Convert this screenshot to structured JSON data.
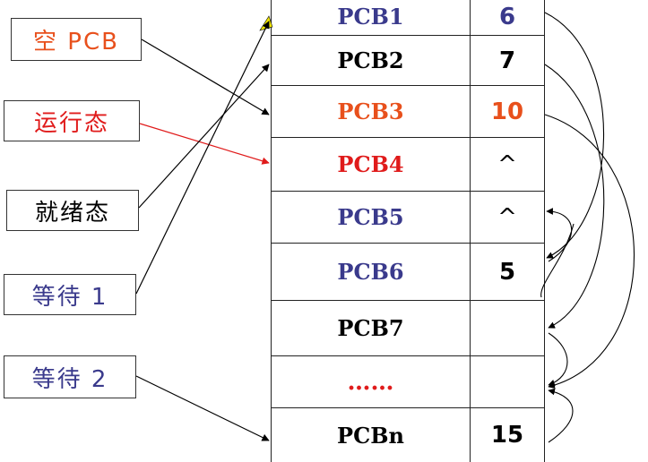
{
  "labels": {
    "empty_pcb": "空 PCB",
    "running": "运行态",
    "ready": "就绪态",
    "waiting1": "等待 1",
    "waiting2": "等待 2"
  },
  "pcb_rows": [
    {
      "name": "PCB1",
      "value": "6"
    },
    {
      "name": "PCB2",
      "value": "7"
    },
    {
      "name": "PCB3",
      "value": "10"
    },
    {
      "name": "PCB4",
      "value": "^"
    },
    {
      "name": "PCB5",
      "value": "^"
    },
    {
      "name": "PCB6",
      "value": "5"
    },
    {
      "name": "PCB7",
      "value": ""
    },
    {
      "name": "……",
      "value": ""
    },
    {
      "name": "PCBn",
      "value": "15"
    }
  ],
  "colors": {
    "blue": "#3a3a8c",
    "black": "#000000",
    "orange": "#e8501c",
    "red": "#e01b1b",
    "box_border": "#333333"
  }
}
